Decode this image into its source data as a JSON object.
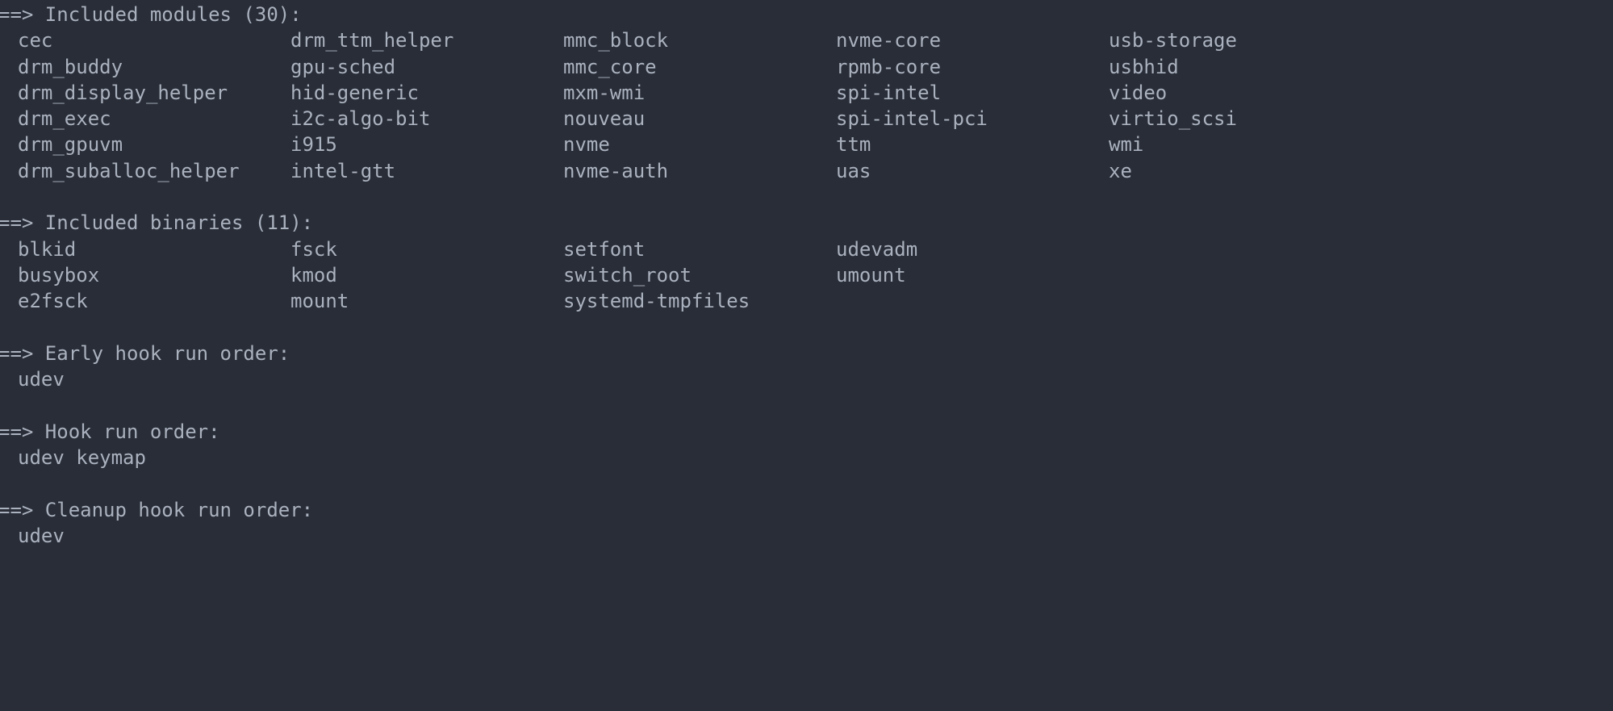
{
  "terminal": {
    "background_color": "#282d37",
    "foreground_color": "#abb2bf",
    "prompt_marker": "==>"
  },
  "sections": [
    {
      "id": "included-modules",
      "header": "==> Included modules (30):",
      "count": 30,
      "columns": 5,
      "items": [
        "cec",
        "drm_buddy",
        "drm_display_helper",
        "drm_exec",
        "drm_gpuvm",
        "drm_suballoc_helper",
        "drm_ttm_helper",
        "gpu-sched",
        "hid-generic",
        "i2c-algo-bit",
        "i915",
        "intel-gtt",
        "mmc_block",
        "mmc_core",
        "mxm-wmi",
        "nouveau",
        "nvme",
        "nvme-auth",
        "nvme-core",
        "rpmb-core",
        "spi-intel",
        "spi-intel-pci",
        "ttm",
        "uas",
        "usb-storage",
        "usbhid",
        "video",
        "virtio_scsi",
        "wmi",
        "xe"
      ],
      "grid": [
        [
          "cec",
          "drm_ttm_helper",
          "mmc_block",
          "nvme-core",
          "usb-storage"
        ],
        [
          "drm_buddy",
          "gpu-sched",
          "mmc_core",
          "rpmb-core",
          "usbhid"
        ],
        [
          "drm_display_helper",
          "hid-generic",
          "mxm-wmi",
          "spi-intel",
          "video"
        ],
        [
          "drm_exec",
          "i2c-algo-bit",
          "nouveau",
          "spi-intel-pci",
          "virtio_scsi"
        ],
        [
          "drm_gpuvm",
          "i915",
          "nvme",
          "ttm",
          "wmi"
        ],
        [
          "drm_suballoc_helper",
          "intel-gtt",
          "nvme-auth",
          "uas",
          "xe"
        ]
      ]
    },
    {
      "id": "included-binaries",
      "header": "==> Included binaries (11):",
      "count": 11,
      "columns": 4,
      "items": [
        "blkid",
        "busybox",
        "e2fsck",
        "fsck",
        "kmod",
        "mount",
        "setfont",
        "switch_root",
        "systemd-tmpfiles",
        "udevadm",
        "umount"
      ],
      "grid": [
        [
          "blkid",
          "fsck",
          "setfont",
          "udevadm"
        ],
        [
          "busybox",
          "kmod",
          "switch_root",
          "umount"
        ],
        [
          "e2fsck",
          "mount",
          "systemd-tmpfiles",
          ""
        ]
      ]
    },
    {
      "id": "early-hook-run-order",
      "header": "==> Early hook run order:",
      "columns": 1,
      "items": [
        "udev"
      ],
      "grid": [
        [
          "udev"
        ]
      ]
    },
    {
      "id": "hook-run-order",
      "header": "==> Hook run order:",
      "columns": 1,
      "items": [
        "udev keymap"
      ],
      "grid": [
        [
          "udev keymap"
        ]
      ]
    },
    {
      "id": "cleanup-hook-run-order",
      "header": "==> Cleanup hook run order:",
      "columns": 1,
      "items": [
        "udev"
      ],
      "grid": [
        [
          "udev"
        ]
      ]
    }
  ]
}
